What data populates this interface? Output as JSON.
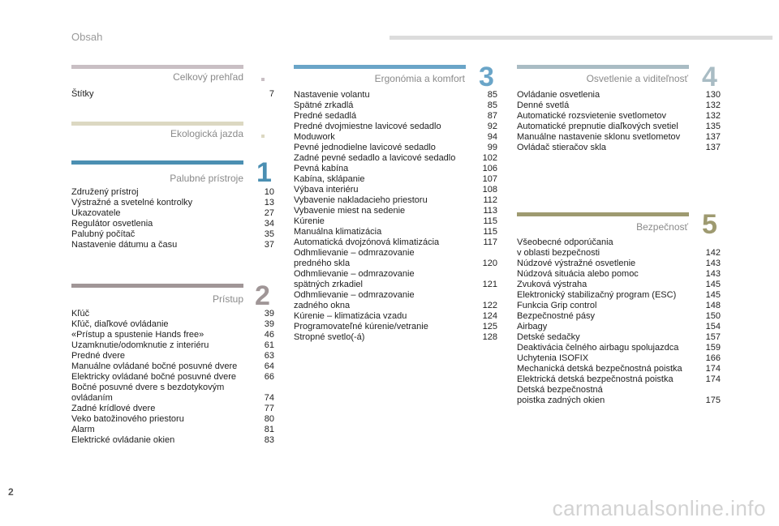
{
  "header": {
    "title": "Obsah"
  },
  "page_number": "2",
  "watermark": "carmanualsonline.info",
  "sections": {
    "celkovy": {
      "title": "Celkový prehľad",
      "color": "#c9bfc4",
      "entries": [
        {
          "label": "Štítky",
          "page": "7"
        }
      ]
    },
    "eko": {
      "title": "Ekologická jazda",
      "color": "#dcd8c2",
      "entries": []
    },
    "palubne": {
      "title": "Palubné prístroje",
      "number": "1",
      "color": "#4b8fb2",
      "entries": [
        {
          "label": "Združený prístroj",
          "page": "10"
        },
        {
          "label": "Výstražné a svetelné kontrolky",
          "page": "13"
        },
        {
          "label": "Ukazovatele",
          "page": "27"
        },
        {
          "label": "Regulátor osvetlenia",
          "page": "34"
        },
        {
          "label": "Palubný počítač",
          "page": "35"
        },
        {
          "label": "Nastavenie dátumu a času",
          "page": "37"
        }
      ]
    },
    "pristup": {
      "title": "Prístup",
      "number": "2",
      "color": "#a09697",
      "entries": [
        {
          "label": "Kľúč",
          "page": "39"
        },
        {
          "label": "Kľúč, diaľkové ovládanie",
          "page": "39"
        },
        {
          "label": "«Prístup a spustenie Hands free»",
          "page": "46"
        },
        {
          "label": "Uzamknutie/odomknutie z interiéru",
          "page": "61"
        },
        {
          "label": "Predné dvere",
          "page": "63"
        },
        {
          "label": "Manuálne ovládané bočné posuvné dvere",
          "page": "64"
        },
        {
          "label": "Elektricky ovládané bočné posuvné dvere",
          "page": "66"
        },
        {
          "label": "Bočné posuvné dvere s bezdotykovým\novládaním",
          "page": "74"
        },
        {
          "label": "Zadné krídlové dvere",
          "page": "77"
        },
        {
          "label": "Veko batožinového priestoru",
          "page": "80"
        },
        {
          "label": "Alarm",
          "page": "81"
        },
        {
          "label": "Elektrické ovládanie okien",
          "page": "83"
        }
      ]
    },
    "ergonomia": {
      "title": "Ergonómia a komfort",
      "number": "3",
      "color": "#6aa5c8",
      "entries": [
        {
          "label": "Nastavenie volantu",
          "page": "85"
        },
        {
          "label": "Spätné zrkadlá",
          "page": "85"
        },
        {
          "label": "Predné sedadlá",
          "page": "87"
        },
        {
          "label": "Predné dvojmiestne lavicové sedadlo",
          "page": "92"
        },
        {
          "label": "Moduwork",
          "page": "94"
        },
        {
          "label": "Pevné jednodielne lavicové sedadlo",
          "page": "99"
        },
        {
          "label": "Zadné pevné sedadlo a lavicové sedadlo",
          "page": "102"
        },
        {
          "label": "Pevná kabína",
          "page": "106"
        },
        {
          "label": "Kabína, sklápanie",
          "page": "107"
        },
        {
          "label": "Výbava interiéru",
          "page": "108"
        },
        {
          "label": "Vybavenie nakladacieho priestoru",
          "page": "112"
        },
        {
          "label": "Vybavenie miest na sedenie",
          "page": "113"
        },
        {
          "label": "Kúrenie",
          "page": "115"
        },
        {
          "label": "Manuálna klimatizácia",
          "page": "115"
        },
        {
          "label": "Automatická dvojzónová klimatizácia",
          "page": "117"
        },
        {
          "label": "Odhmlievanie – odmrazovanie\npredného skla",
          "page": "120"
        },
        {
          "label": "Odhmlievanie – odmrazovanie\nspätných zrkadiel",
          "page": "121"
        },
        {
          "label": "Odhmlievanie – odmrazovanie\nzadného okna",
          "page": "122"
        },
        {
          "label": "Kúrenie – klimatizácia vzadu",
          "page": "124"
        },
        {
          "label": "Programovateľné kúrenie/vetranie",
          "page": "125"
        },
        {
          "label": "Stropné svetlo(-á)",
          "page": "128"
        }
      ]
    },
    "osvetlenie": {
      "title": "Osvetlenie a viditeľnosť",
      "number": "4",
      "color": "#a9bcc4",
      "entries": [
        {
          "label": "Ovládanie osvetlenia",
          "page": "130"
        },
        {
          "label": "Denné svetlá",
          "page": "132"
        },
        {
          "label": "Automatické rozsvietenie svetlometov",
          "page": "132"
        },
        {
          "label": "Automatické prepnutie diaľkových svetiel",
          "page": "135"
        },
        {
          "label": "Manuálne nastavenie sklonu svetlometov",
          "page": "137"
        },
        {
          "label": "Ovládač stieračov skla",
          "page": "137"
        }
      ]
    },
    "bezpecnost": {
      "title": "Bezpečnosť",
      "number": "5",
      "color": "#9e9a70",
      "entries": [
        {
          "label": "Všeobecné odporúčania\nv oblasti bezpečnosti",
          "page": "142"
        },
        {
          "label": "Núdzové výstražné osvetlenie",
          "page": "143"
        },
        {
          "label": "Núdzová situácia alebo pomoc",
          "page": "143"
        },
        {
          "label": "Zvuková výstraha",
          "page": "145"
        },
        {
          "label": "Elektronický stabilizačný program (ESC)",
          "page": "145"
        },
        {
          "label": "Funkcia Grip control",
          "page": "148"
        },
        {
          "label": "Bezpečnostné pásy",
          "page": "150"
        },
        {
          "label": "Airbagy",
          "page": "154"
        },
        {
          "label": "Detské sedačky",
          "page": "157"
        },
        {
          "label": "Deaktivácia čelného airbagu spolujazdca",
          "page": "159"
        },
        {
          "label": "Uchytenia ISOFIX",
          "page": "166"
        },
        {
          "label": "Mechanická detská bezpečnostná poistka",
          "page": "174"
        },
        {
          "label": "Elektrická detská bezpečnostná poistka",
          "page": "174"
        },
        {
          "label": "Detská bezpečnostná\npoistka zadných okien",
          "page": "175"
        }
      ]
    }
  }
}
